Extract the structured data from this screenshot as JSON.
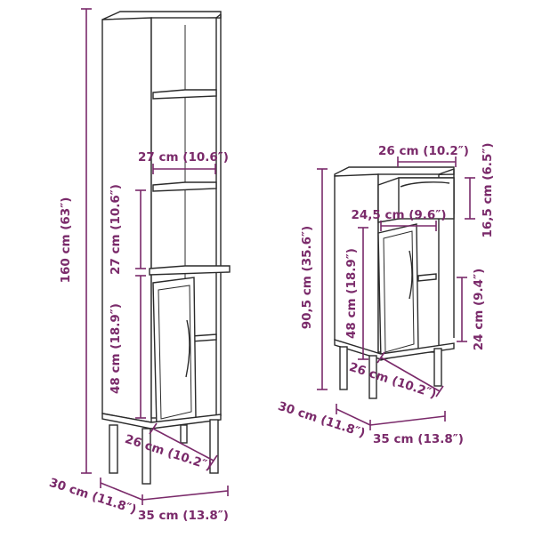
{
  "colors": {
    "dimension": "#7a2a6a",
    "outline": "#2b2b2b",
    "background": "#ffffff"
  },
  "tall_cabinet": {
    "height": "160 cm (63″)",
    "shelf_width": "27 cm (10.6″)",
    "shelf_gap": "27 cm (10.6″)",
    "door_height": "48 cm (18.9″)",
    "door_width": "26 cm (10.2″)",
    "depth": "30 cm (11.8″)",
    "width": "35 cm (13.8″)"
  },
  "small_cabinet": {
    "top_width": "26 cm (10.2″)",
    "drawer_height": "16,5 cm (6.5″)",
    "inner_width": "24,5 cm (9.6″)",
    "height": "90,5 cm (35.6″)",
    "door_height": "48 cm (18.9″)",
    "shelf_height": "24 cm (9.4″)",
    "door_width": "26 cm (10.2″)",
    "depth": "30 cm (11.8″)",
    "width": "35 cm (13.8″)"
  }
}
